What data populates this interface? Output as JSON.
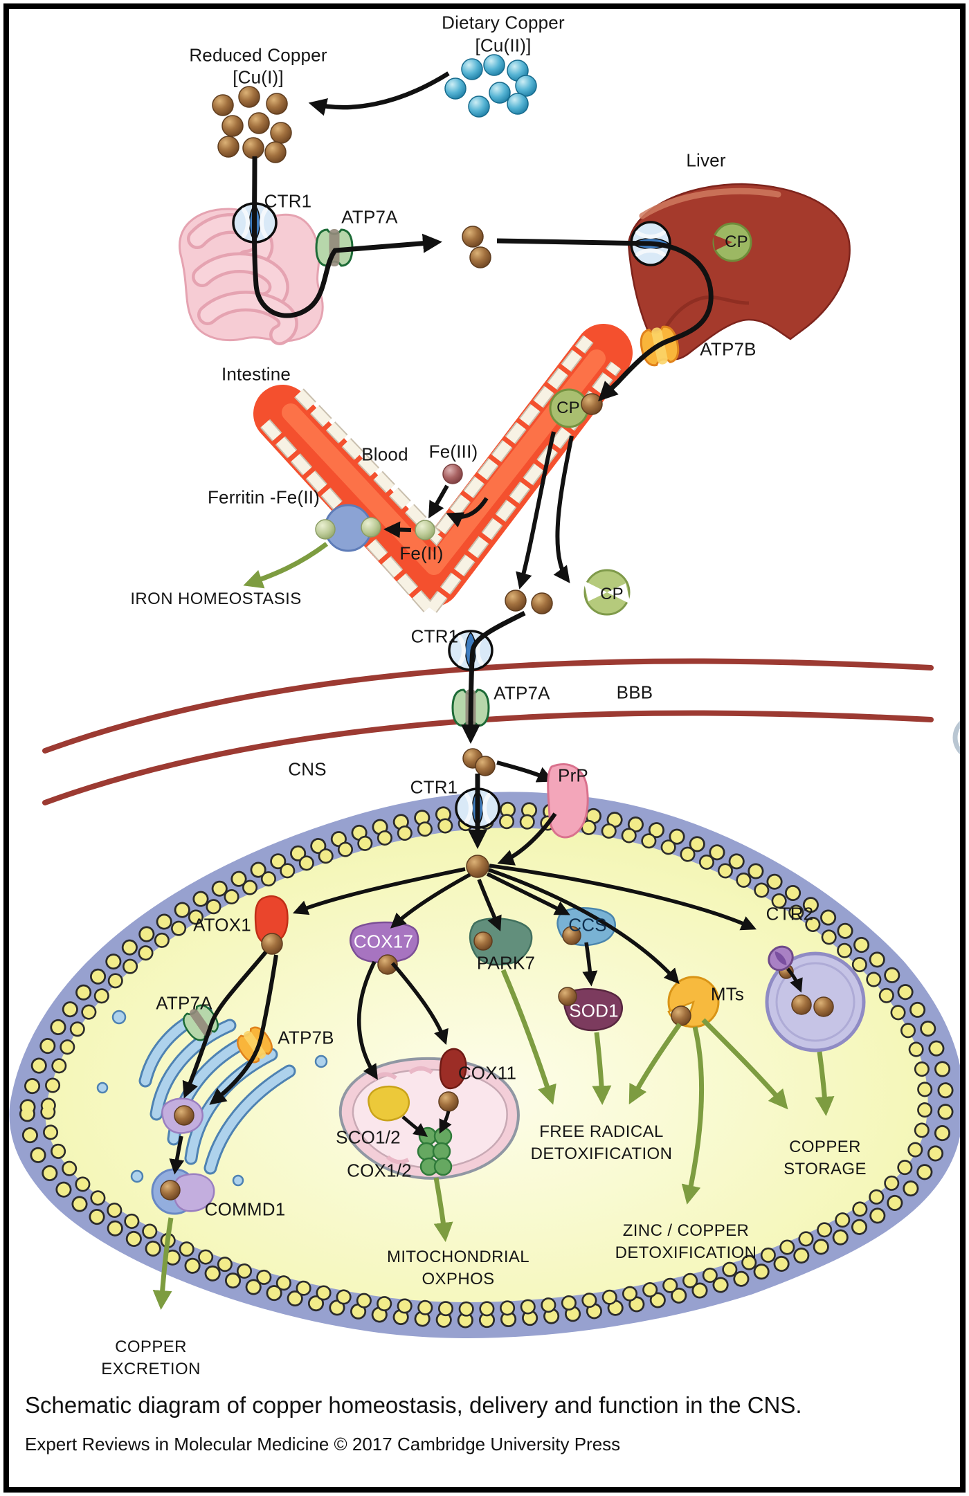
{
  "colors": {
    "copper_ion": "#9c6b3c",
    "dietary_copper_ion": "#2d8fb5",
    "arrow_black": "#111111",
    "arrow_green": "#7d9c40",
    "bbb_line": "#9c3a32",
    "vessel_red": "#f4502e",
    "cell_membrane": "#97a1cf",
    "cell_fill": "#f4f7bd",
    "liver": "#a53a2c"
  },
  "pathway": {
    "dietary_copper_line1": "Dietary Copper",
    "dietary_copper_line2": "[Cu(II)]",
    "reduced_copper_line1": "Reduced Copper",
    "reduced_copper_line2": "[Cu(I)]",
    "ctr1_intestine": "CTR1",
    "atp7a_intestine": "ATP7A",
    "intestine": "Intestine",
    "liver": "Liver",
    "cp_liver": "CP",
    "atp7b_liver": "ATP7B"
  },
  "blood": {
    "blood": "Blood",
    "fe3": "Fe(III)",
    "fe2": "Fe(II)",
    "ferritin": "Ferritin -Fe(II)",
    "iron_homeostasis": "IRON HOMEOSTASIS",
    "cp_vessel": "CP",
    "cp_free": "CP"
  },
  "bbb": {
    "ctr1": "CTR1",
    "atp7a": "ATP7A",
    "bbb": "BBB",
    "cns": "CNS"
  },
  "cell": {
    "ctr1": "CTR1",
    "prp": "PrP",
    "atox1": "ATOX1",
    "cox17": "COX17",
    "park7": "PARK7",
    "ccs": "CCS",
    "ctr2": "CTR2",
    "atp7a_golgi": "ATP7A",
    "atp7b_golgi": "ATP7B",
    "sod1": "SOD1",
    "mts": "MTs",
    "sco12": "SCO1/2",
    "cox11": "COX11",
    "cox12": "COX1/2",
    "commd1": "COMMD1"
  },
  "outcomes": {
    "free_radical_line1": "FREE RADICAL",
    "free_radical_line2": "DETOXIFICATION",
    "copper_storage_line1": "COPPER",
    "copper_storage_line2": "STORAGE",
    "zinc_copper_line1": "ZINC / COPPER",
    "zinc_copper_line2": "DETOXIFICATION",
    "mito_oxphos_line1": "MITOCHONDRIAL",
    "mito_oxphos_line2": "OXPHOS",
    "copper_excretion_line1": "COPPER",
    "copper_excretion_line2": "EXCRETION"
  },
  "figure": {
    "caption": "Schematic diagram of copper homeostasis, delivery and function in the CNS.",
    "credit": "Expert Reviews in Molecular Medicine © 2017 Cambridge University Press"
  }
}
